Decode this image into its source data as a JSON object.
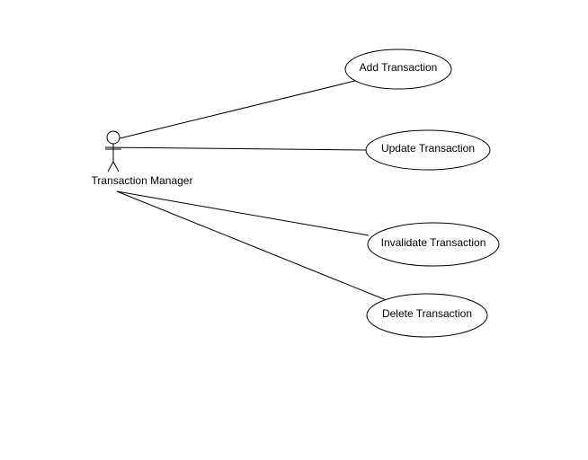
{
  "diagram": {
    "type": "use-case-diagram",
    "actor": {
      "name": "Transaction Manager",
      "icon": "stick-figure-actor-icon"
    },
    "use_cases": [
      {
        "id": "add",
        "label": "Add Transaction"
      },
      {
        "id": "update",
        "label": "Update Transaction"
      },
      {
        "id": "invalidate",
        "label": "Invalidate Transaction"
      },
      {
        "id": "delete",
        "label": "Delete Transaction"
      }
    ],
    "associations": [
      {
        "from": "actor",
        "to": "add"
      },
      {
        "from": "actor",
        "to": "update"
      },
      {
        "from": "actor",
        "to": "invalidate"
      },
      {
        "from": "actor",
        "to": "delete"
      }
    ],
    "colors": {
      "background": "#ffffff",
      "stroke": "#000000",
      "text": "#000000"
    }
  }
}
